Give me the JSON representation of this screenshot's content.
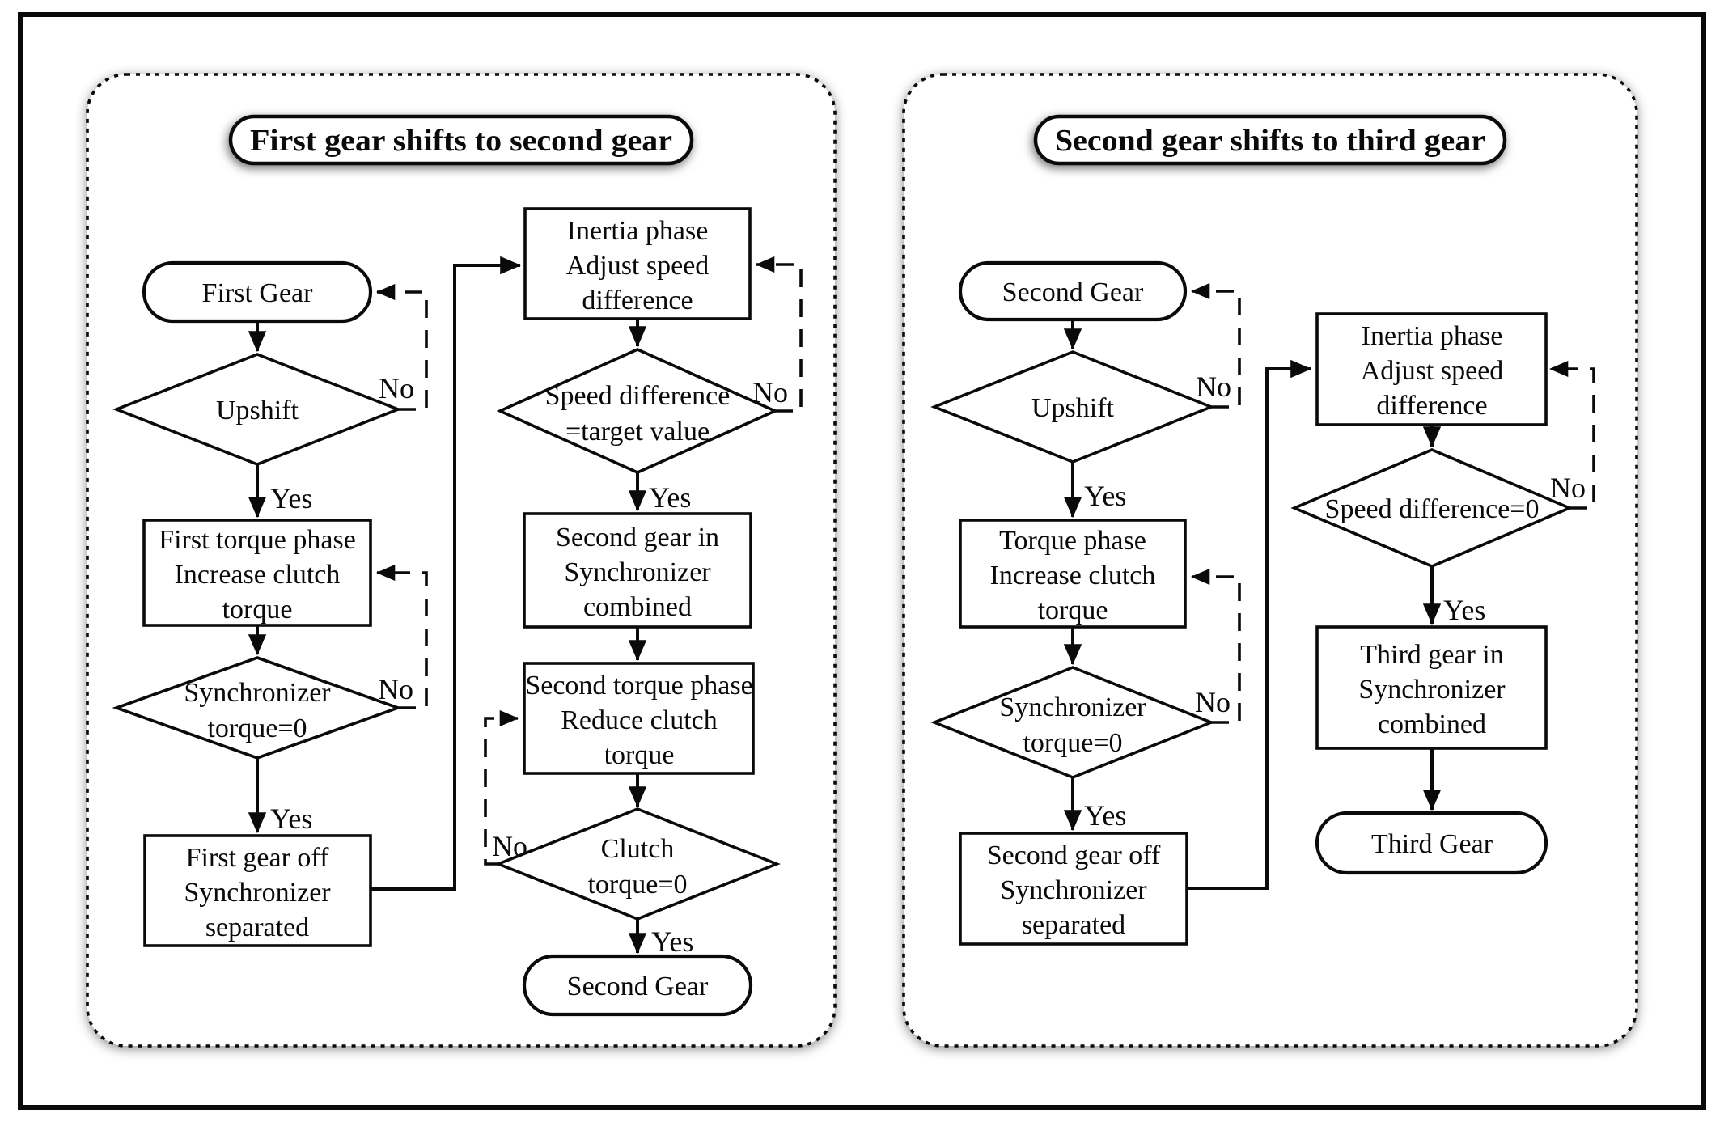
{
  "labels": {
    "yes": "Yes",
    "no": "No"
  },
  "panel1": {
    "title": "First gear shifts to second gear",
    "start": "First Gear",
    "decision_upshift": "Upshift",
    "box_first_torque": [
      "First torque phase",
      "Increase clutch",
      "torque"
    ],
    "decision_sync_torque": [
      "Synchronizer",
      "torque=0"
    ],
    "box_first_gear_off": [
      "First gear off",
      "Synchronizer",
      "separated"
    ],
    "box_inertia": [
      "Inertia phase",
      "Adjust speed",
      "difference"
    ],
    "decision_speed_diff": [
      "Speed difference",
      "=target value"
    ],
    "box_second_gear_in": [
      "Second gear in",
      "Synchronizer",
      "combined"
    ],
    "box_second_torque": [
      "Second torque phase",
      "Reduce clutch",
      "torque"
    ],
    "decision_clutch_torque": [
      "Clutch",
      "torque=0"
    ],
    "end": "Second Gear"
  },
  "panel2": {
    "title": "Second gear shifts to third gear",
    "start": "Second Gear",
    "decision_upshift": "Upshift",
    "box_torque": [
      "Torque phase",
      "Increase clutch",
      "torque"
    ],
    "decision_sync_torque": [
      "Synchronizer",
      "torque=0"
    ],
    "box_second_gear_off": [
      "Second gear off",
      "Synchronizer",
      "separated"
    ],
    "box_inertia": [
      "Inertia phase",
      "Adjust speed",
      "difference"
    ],
    "decision_speed_diff": "Speed difference=0",
    "box_third_gear_in": [
      "Third gear in",
      "Synchronizer",
      "combined"
    ],
    "end": "Third Gear"
  }
}
